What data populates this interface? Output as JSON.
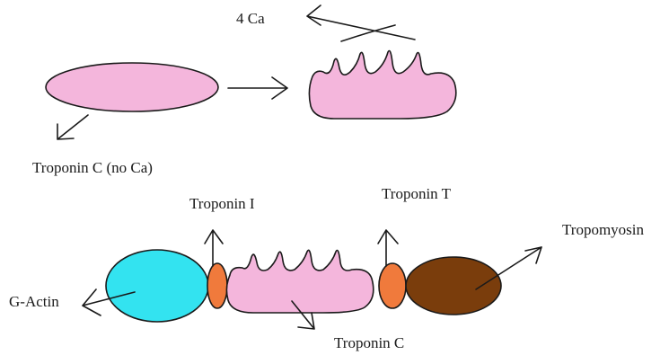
{
  "labels": {
    "calcium": "4 Ca",
    "troponin_c_no_ca": "Troponin C (no Ca)",
    "troponin_i": "Troponin I",
    "troponin_t": "Troponin T",
    "tropomyosin": "Tropomyosin",
    "g_actin": "G-Actin",
    "troponin_c": "Troponin C"
  },
  "colors": {
    "troponin_c": "#f4b6dc",
    "g_actin": "#33e3f0",
    "troponin_i_t": "#f07a3c",
    "tropomyosin": "#7a3d0c",
    "outline": "#1a1a1a"
  }
}
